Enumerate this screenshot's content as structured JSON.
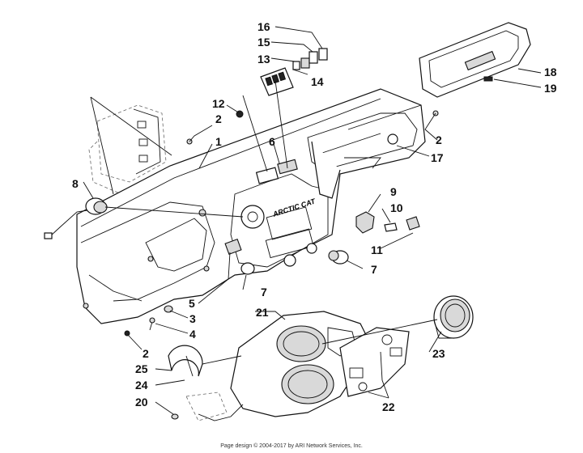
{
  "diagram": {
    "brand_text": "ARCTIC CAT",
    "callouts": [
      {
        "id": "c16",
        "label": "16"
      },
      {
        "id": "c15",
        "label": "15"
      },
      {
        "id": "c13",
        "label": "13"
      },
      {
        "id": "c14",
        "label": "14"
      },
      {
        "id": "c18",
        "label": "18"
      },
      {
        "id": "c19",
        "label": "19"
      },
      {
        "id": "c12",
        "label": "12"
      },
      {
        "id": "c2a",
        "label": "2"
      },
      {
        "id": "c1",
        "label": "1"
      },
      {
        "id": "c6",
        "label": "6"
      },
      {
        "id": "c2b",
        "label": "2"
      },
      {
        "id": "c17",
        "label": "17"
      },
      {
        "id": "c8",
        "label": "8"
      },
      {
        "id": "c9",
        "label": "9"
      },
      {
        "id": "c10",
        "label": "10"
      },
      {
        "id": "c11",
        "label": "11"
      },
      {
        "id": "c7a",
        "label": "7"
      },
      {
        "id": "c7b",
        "label": "7"
      },
      {
        "id": "c21",
        "label": "21"
      },
      {
        "id": "c5",
        "label": "5"
      },
      {
        "id": "c3",
        "label": "3"
      },
      {
        "id": "c4",
        "label": "4"
      },
      {
        "id": "c2c",
        "label": "2"
      },
      {
        "id": "c23",
        "label": "23"
      },
      {
        "id": "c25",
        "label": "25"
      },
      {
        "id": "c24",
        "label": "24"
      },
      {
        "id": "c20",
        "label": "20"
      },
      {
        "id": "c22",
        "label": "22"
      }
    ]
  },
  "footer": {
    "text": "Page design © 2004-2017 by ARI Network Services, Inc."
  }
}
